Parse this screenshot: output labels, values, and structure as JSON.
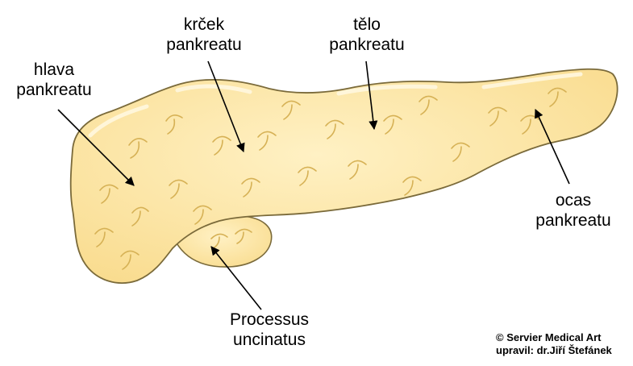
{
  "labels": {
    "head": [
      "hlava",
      "pankreatu"
    ],
    "neck": [
      "krček",
      "pankreatu"
    ],
    "body": [
      "tělo",
      "pankreatu"
    ],
    "tail": [
      "ocas",
      "pankreatu"
    ],
    "uncinate": [
      "Processus",
      "uncinatus"
    ]
  },
  "credit": {
    "line1": "© Servier Medical Art",
    "line2": "upravil: dr.Jiří Štefánek"
  },
  "colors": {
    "organ_fill": "#fde7a8",
    "organ_outline": "#7a6a3a",
    "lobule_line": "#d6b155",
    "highlight": "#fff6d8",
    "pointer": "#000000"
  }
}
